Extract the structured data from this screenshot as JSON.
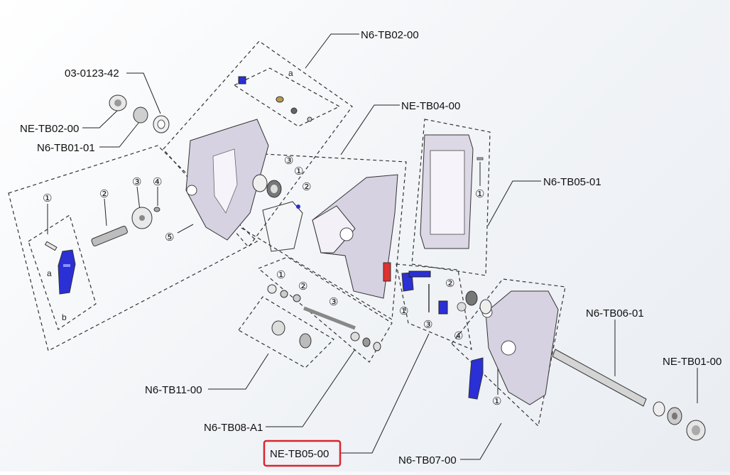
{
  "labels": {
    "n6_tb02_00": "N6-TB02-00",
    "p03_0123_42": "03-0123-42",
    "ne_tb02_00": "NE-TB02-00",
    "n6_tb01_01": "N6-TB01-01",
    "ne_tb04_00": "NE-TB04-00",
    "n6_tb05_01": "N6-TB05-01",
    "n6_tb06_01": "N6-TB06-01",
    "ne_tb01_00": "NE-TB01-00",
    "n6_tb11_00": "N6-TB11-00",
    "n6_tb08_a1": "N6-TB08-A1",
    "ne_tb05_00": "NE-TB05-00",
    "n6_tb07_00": "N6-TB07-00"
  },
  "markers": {
    "c1": "①",
    "c2": "②",
    "c3": "③",
    "c4": "④",
    "c5": "⑤",
    "a": "a",
    "b": "b"
  },
  "colors": {
    "highlight_box": "#d9262c",
    "blue_part": "#2a2fd6",
    "body_part": "#d7d2e2",
    "red_part": "#e0322f"
  }
}
